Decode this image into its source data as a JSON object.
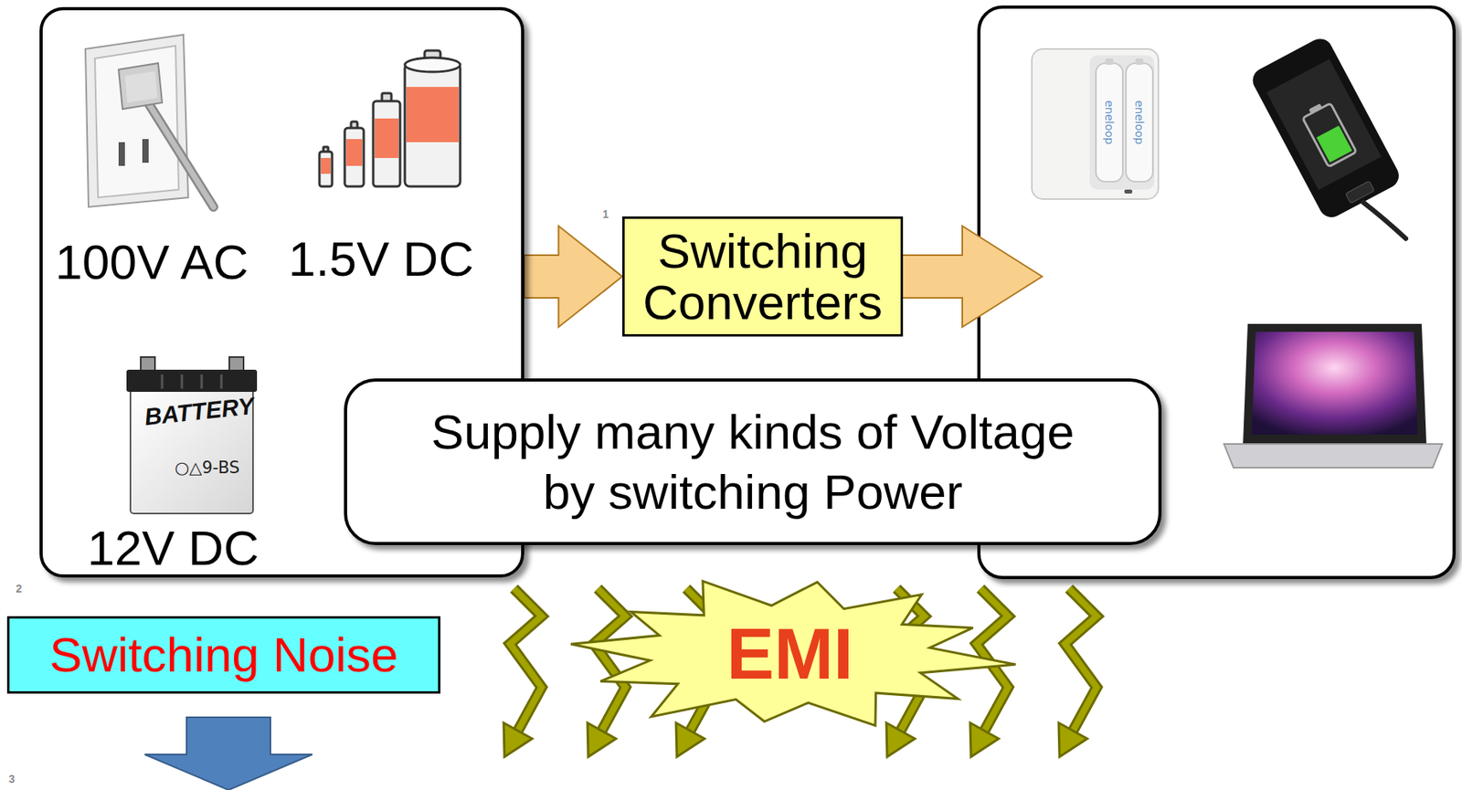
{
  "diagram": {
    "nodes": [
      {
        "text": [
          "100V AC",
          "1.5V DC",
          "12V DC"
        ]
      },
      {
        "text": [
          "Switching Converters"
        ]
      },
      {
        "text": [
          "Supply many kinds of Voltage by switching Power"
        ]
      },
      {
        "text": [
          "Switching Noise"
        ]
      },
      {
        "text": [
          "EMI"
        ]
      }
    ],
    "edges": [
      {
        "from": 0,
        "to": 1,
        "arrow": "to"
      }
    ],
    "labels": [
      "1",
      "2",
      "3",
      "BATTERY",
      "○△9-BS",
      "eneloop",
      "eneloop"
    ]
  }
}
